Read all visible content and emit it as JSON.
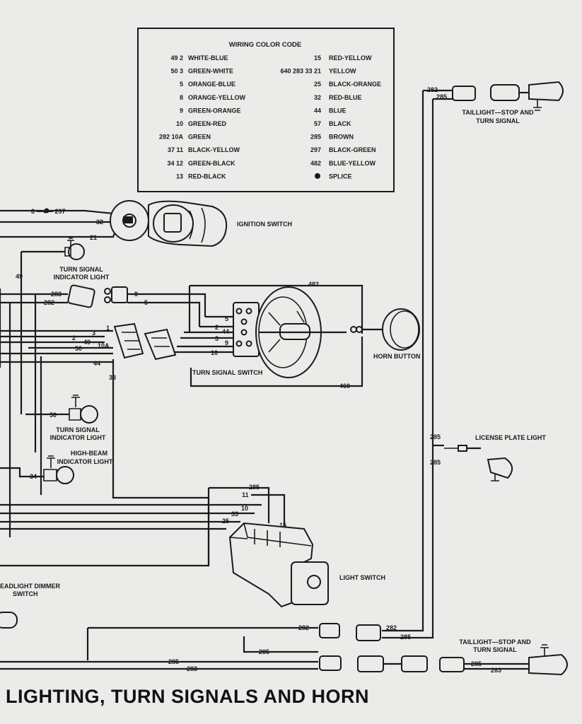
{
  "page_title": "LIGHTING, TURN SIGNALS AND HORN",
  "color_code": {
    "title": "WIRING COLOR CODE",
    "left": [
      {
        "num": "49 2",
        "color": "WHITE-BLUE"
      },
      {
        "num": "50 3",
        "color": "GREEN-WHITE"
      },
      {
        "num": "5",
        "color": "ORANGE-BLUE"
      },
      {
        "num": "8",
        "color": "ORANGE-YELLOW"
      },
      {
        "num": "9",
        "color": "GREEN-ORANGE"
      },
      {
        "num": "10",
        "color": "GREEN-RED"
      },
      {
        "num": "282 10A",
        "color": "GREEN"
      },
      {
        "num": "37 11",
        "color": "BLACK-YELLOW"
      },
      {
        "num": "34 12",
        "color": "GREEN-BLACK"
      },
      {
        "num": "13",
        "color": "RED-BLACK"
      }
    ],
    "right": [
      {
        "num": "15",
        "color": "RED-YELLOW"
      },
      {
        "num": "640 283 33 21",
        "color": "YELLOW"
      },
      {
        "num": "25",
        "color": "BLACK-ORANGE"
      },
      {
        "num": "32",
        "color": "RED-BLUE"
      },
      {
        "num": "44",
        "color": "BLUE"
      },
      {
        "num": "57",
        "color": "BLACK"
      },
      {
        "num": "285",
        "color": "BROWN"
      },
      {
        "num": "297",
        "color": "BLACK-GREEN"
      },
      {
        "num": "482",
        "color": "BLUE-YELLOW"
      },
      {
        "num": "",
        "color": "SPLICE"
      }
    ]
  },
  "components": {
    "ignition_switch": "IGNITION SWITCH",
    "turn_signal_indicator_1": [
      "TURN SIGNAL",
      "INDICATOR LIGHT"
    ],
    "turn_signal_indicator_2": [
      "TURN SIGNAL",
      "INDICATOR LIGHT"
    ],
    "high_beam_indicator": [
      "HIGH-BEAM",
      "INDICATOR LIGHT"
    ],
    "turn_signal_switch": "TURN SIGNAL SWITCH",
    "horn_button": "HORN BUTTON",
    "taillight_top": [
      "TAILLIGHT—STOP AND",
      "TURN SIGNAL"
    ],
    "taillight_bottom": [
      "TAILLIGHT—STOP AND",
      "TURN SIGNAL"
    ],
    "license_plate_light": "LICENSE PLATE LIGHT",
    "light_switch": "LIGHT SWITCH",
    "headlight_dimmer": [
      "EADLIGHT DIMMER",
      "SWITCH"
    ]
  },
  "wire_labels": {
    "w8_297": "8 —●— 297",
    "w32": "32",
    "w21": "21",
    "w49": "49",
    "w283a": "283",
    "w282a": "282",
    "w9": "9",
    "w5a": "5",
    "w482": "482",
    "w5b": "5",
    "w2b": "2",
    "w44b": "44",
    "w3b": "3",
    "w9b": "9",
    "w10b": "10",
    "w1": "1",
    "w3": "3",
    "w2": "2",
    "w49b": "49",
    "w10a": "10A",
    "w50": "50",
    "w44": "44",
    "w33": "33",
    "w460": "460",
    "w50b": "50",
    "w34": "34",
    "w282t": "282",
    "w285t": "285",
    "w285l1": "285",
    "w285l2": "285",
    "w285ls": "285",
    "w11": "11",
    "w10ls": "10",
    "w33ls": "33",
    "w25": "25",
    "w15": "15",
    "w282b": "282",
    "w285b": "285",
    "w282c": "282",
    "w285c": "285",
    "w285d": "285",
    "w283d": "283",
    "w285e": "285",
    "w283e": "283"
  }
}
